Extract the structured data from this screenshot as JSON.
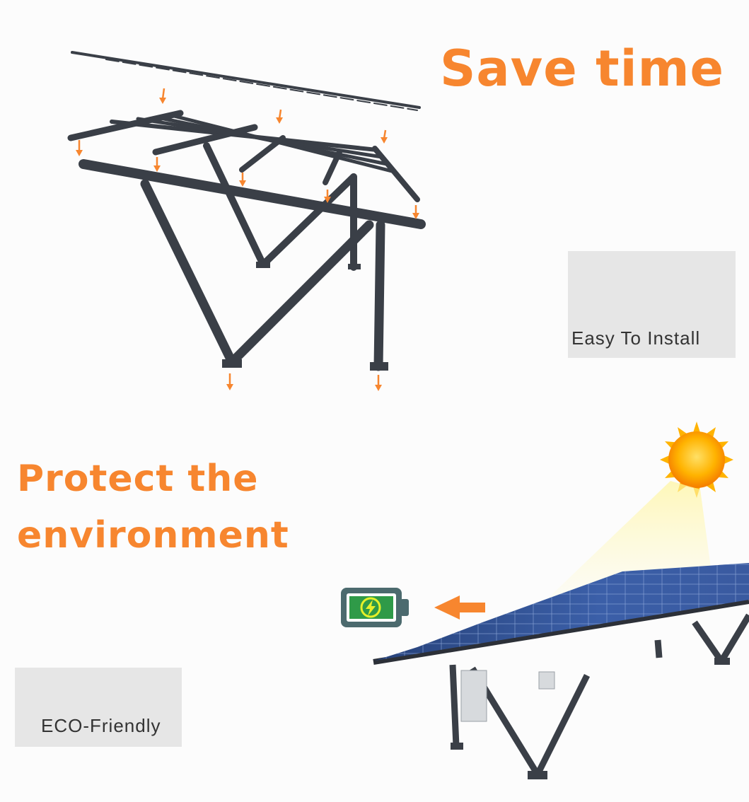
{
  "headlines": {
    "save_time": "Save time",
    "protect_line1": "Protect the",
    "protect_line2": "environment"
  },
  "labels": {
    "easy_install": "Easy To Install",
    "eco_friendly": "ECO-Friendly"
  },
  "icons": {
    "battery": "battery-charging-icon",
    "sun": "sun-icon",
    "arrow": "arrow-left-icon"
  },
  "colors": {
    "accent": "#f7862f",
    "frame": "#3a3f47",
    "panel": "#2f4f8f",
    "battery_fill": "#2f9a48",
    "label_box": "#e6e6e6"
  }
}
